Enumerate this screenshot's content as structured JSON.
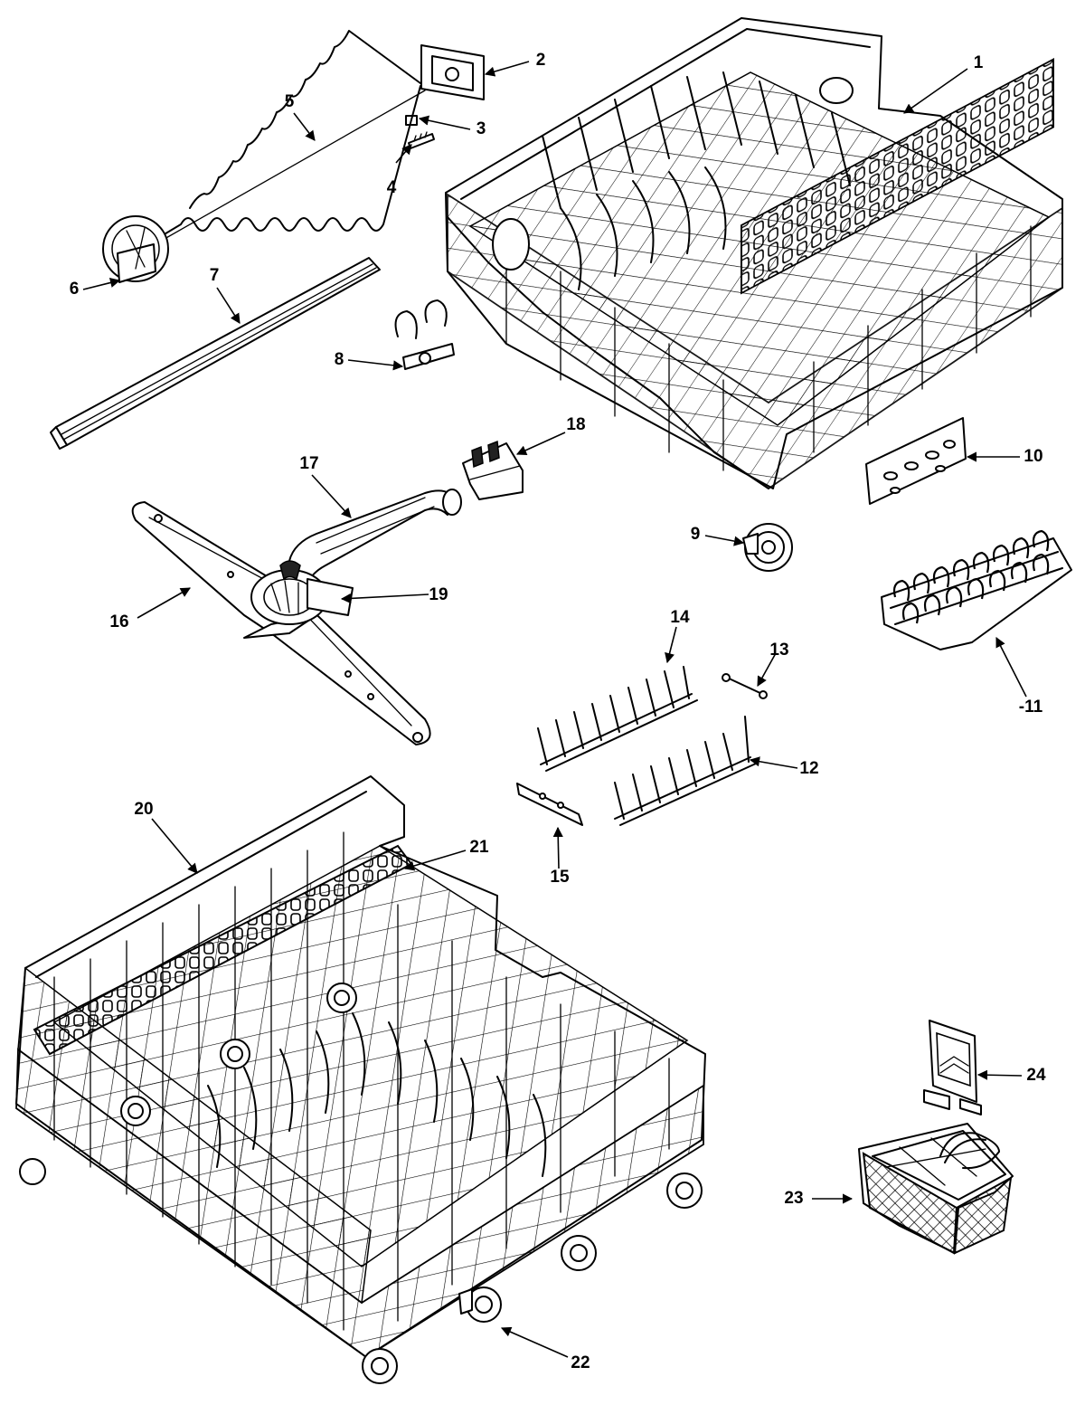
{
  "diagram": {
    "callouts": [
      {
        "label": "1"
      },
      {
        "label": "2"
      },
      {
        "label": "3"
      },
      {
        "label": "4"
      },
      {
        "label": "5"
      },
      {
        "label": "6"
      },
      {
        "label": "7"
      },
      {
        "label": "8"
      },
      {
        "label": "9"
      },
      {
        "label": "10"
      },
      {
        "label": "-11"
      },
      {
        "label": "12"
      },
      {
        "label": "13"
      },
      {
        "label": "14"
      },
      {
        "label": "15"
      },
      {
        "label": "16"
      },
      {
        "label": "17"
      },
      {
        "label": "18"
      },
      {
        "label": "19"
      },
      {
        "label": "20"
      },
      {
        "label": "21"
      },
      {
        "label": "22"
      },
      {
        "label": "23"
      },
      {
        "label": "24"
      }
    ]
  }
}
